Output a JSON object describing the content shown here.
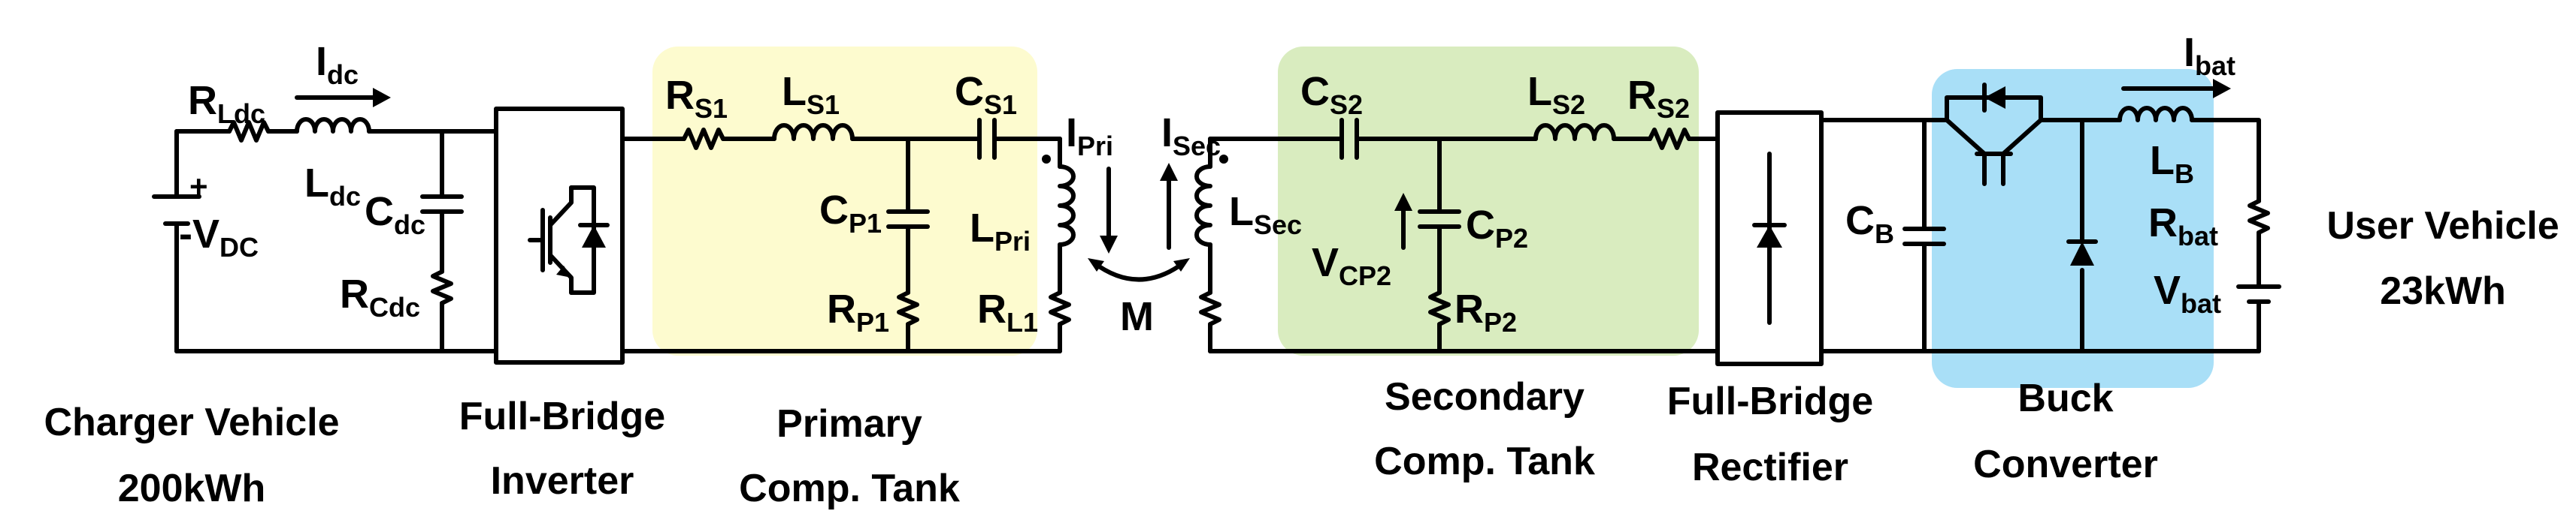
{
  "colors": {
    "primary_tank": "#fdfbcf",
    "secondary_tank": "#d9ecbf",
    "buck_converter": "#a9dff7",
    "wire": "#000000"
  },
  "symbols": {
    "r_ldc": {
      "base": "R",
      "sub": "Ldc"
    },
    "i_dc": {
      "base": "I",
      "sub": "dc"
    },
    "l_dc": {
      "base": "L",
      "sub": "dc"
    },
    "v_dc": {
      "plus": "+",
      "minus": "-",
      "base": "V",
      "sub": "DC"
    },
    "c_dc": {
      "base": "C",
      "sub": "dc"
    },
    "r_cdc": {
      "base": "R",
      "sub": "Cdc"
    },
    "r_s1": {
      "base": "R",
      "sub": "S1"
    },
    "l_s1": {
      "base": "L",
      "sub": "S1"
    },
    "c_s1": {
      "base": "C",
      "sub": "S1"
    },
    "c_p1": {
      "base": "C",
      "sub": "P1"
    },
    "r_p1": {
      "base": "R",
      "sub": "P1"
    },
    "l_pri": {
      "base": "L",
      "sub": "Pri"
    },
    "r_l1": {
      "base": "R",
      "sub": "L1"
    },
    "i_pri": {
      "base": "I",
      "sub": "Pri"
    },
    "i_sec": {
      "base": "I",
      "sub": "Sec"
    },
    "m": {
      "base": "M"
    },
    "l_sec": {
      "base": "L",
      "sub": "Sec"
    },
    "c_s2": {
      "base": "C",
      "sub": "S2"
    },
    "l_s2": {
      "base": "L",
      "sub": "S2"
    },
    "r_s2": {
      "base": "R",
      "sub": "S2"
    },
    "c_p2": {
      "base": "C",
      "sub": "P2"
    },
    "v_cp2": {
      "base": "V",
      "sub": "CP2"
    },
    "r_p2": {
      "base": "R",
      "sub": "P2"
    },
    "c_b": {
      "base": "C",
      "sub": "B"
    },
    "i_bat": {
      "base": "I",
      "sub": "bat"
    },
    "l_b": {
      "base": "L",
      "sub": "B"
    },
    "r_bat": {
      "base": "R",
      "sub": "bat"
    },
    "v_bat": {
      "base": "V",
      "sub": "bat"
    }
  },
  "captions": {
    "charger_vehicle": [
      "Charger Vehicle",
      "200kWh"
    ],
    "inverter": [
      "Full-Bridge",
      "Inverter"
    ],
    "primary_tank": [
      "Primary",
      "Comp. Tank"
    ],
    "secondary_tank": [
      "Secondary",
      "Comp. Tank"
    ],
    "rectifier": [
      "Full-Bridge",
      "Rectifier"
    ],
    "buck": [
      "Buck",
      "Converter"
    ],
    "user_vehicle": [
      "User Vehicle",
      "23kWh"
    ]
  }
}
